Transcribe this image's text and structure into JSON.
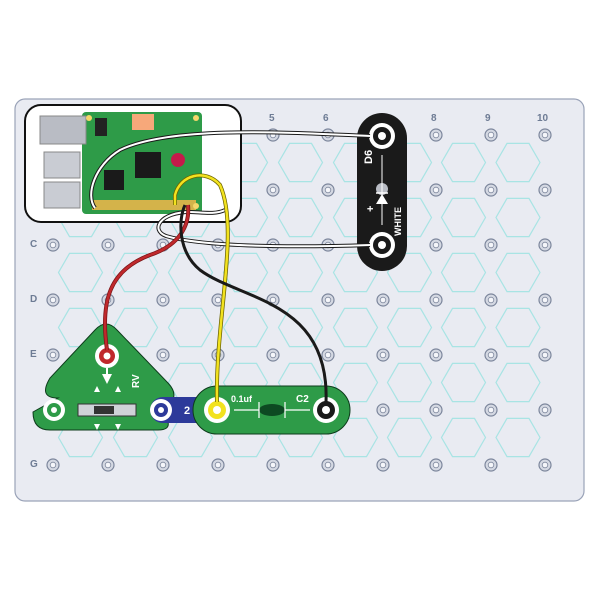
{
  "board": {
    "column_labels": [
      "5",
      "6",
      "8",
      "9",
      "10"
    ],
    "row_labels": [
      "C",
      "D",
      "E",
      "G"
    ]
  },
  "components": {
    "led": {
      "name": "D6",
      "color_label": "WHITE",
      "plus": "+",
      "minus": "−"
    },
    "capacitor": {
      "name": "C2",
      "value": "0.1uf"
    },
    "potentiometer": {
      "name": "RV"
    },
    "jumper": {
      "name": "2"
    }
  },
  "colors": {
    "board": "#e9ebf2",
    "hex_grid": "#a8e4e4",
    "component_green": "#2e9b48",
    "led_body": "#1a1a1a",
    "wire_red": "#c0282c",
    "wire_yellow": "#f2e21f",
    "wire_black": "#1a1a1a",
    "jumper_blue": "#2d3a9a"
  }
}
